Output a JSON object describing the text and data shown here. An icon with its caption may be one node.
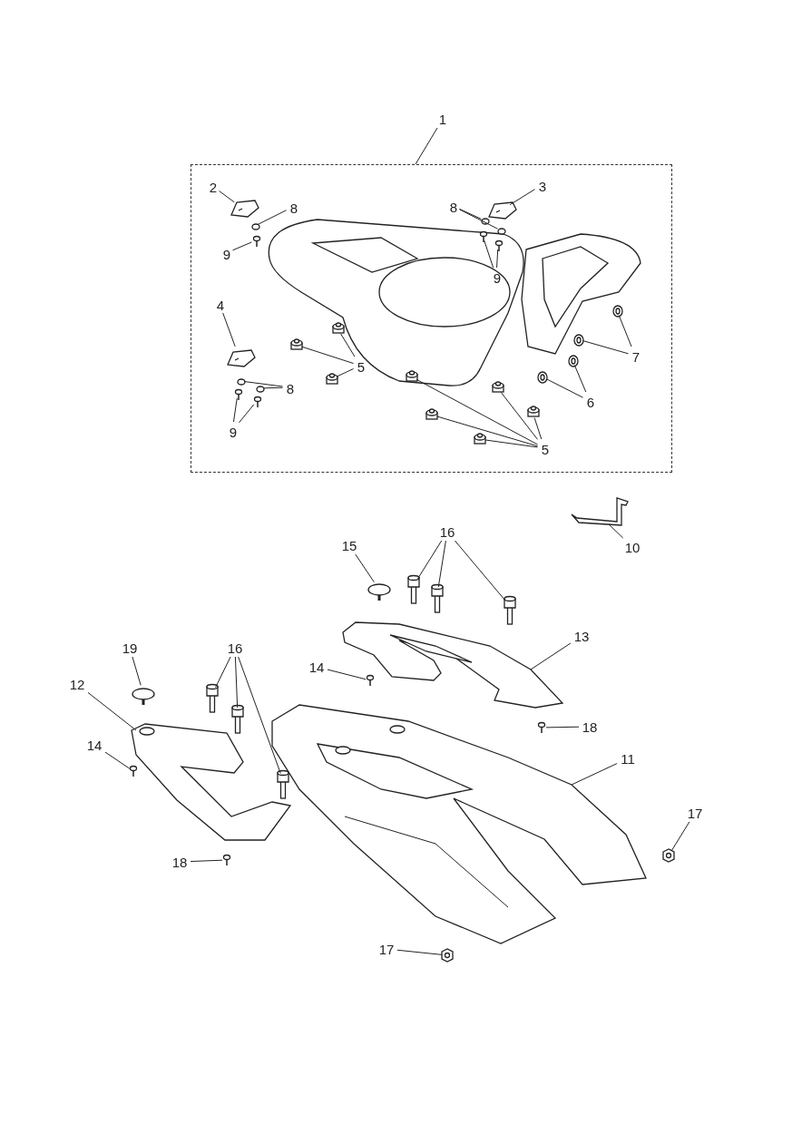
{
  "diagram": {
    "nodes": [
      {
        "text": [],
        "shape": "box"
      },
      {
        "text": [
          "1"
        ]
      },
      {
        "text": [
          "2"
        ],
        "in": 0
      },
      {
        "text": [],
        "shape": "picture",
        "in": 0
      },
      {
        "text": [
          "8"
        ],
        "in": 0
      },
      {
        "text": [],
        "shape": "circle",
        "in": 0
      },
      {
        "text": [
          "9"
        ],
        "in": 0
      },
      {
        "text": [],
        "shape": "picture",
        "in": 0
      },
      {
        "text": [
          "3"
        ],
        "in": 0
      },
      {
        "text": [],
        "shape": "picture",
        "in": 0
      },
      {
        "text": [
          "8"
        ],
        "in": 0
      },
      {
        "text": [],
        "shape": "circle",
        "in": 0
      },
      {
        "text": [],
        "shape": "circle",
        "in": 0
      },
      {
        "text": [
          "9"
        ],
        "in": 0
      },
      {
        "text": [],
        "shape": "picture",
        "in": 0
      },
      {
        "text": [],
        "shape": "picture",
        "in": 0
      },
      {
        "text": [
          "4"
        ],
        "in": 0
      },
      {
        "text": [],
        "shape": "picture",
        "in": 0
      },
      {
        "text": [
          "8"
        ],
        "in": 0
      },
      {
        "text": [],
        "shape": "circle",
        "in": 0
      },
      {
        "text": [],
        "shape": "circle",
        "in": 0
      },
      {
        "text": [
          "9"
        ],
        "in": 0
      },
      {
        "text": [],
        "shape": "picture",
        "in": 0
      },
      {
        "text": [],
        "shape": "picture",
        "in": 0
      },
      {
        "text": [
          "5"
        ],
        "in": 0
      },
      {
        "text": [],
        "shape": "cylinder",
        "in": 0
      },
      {
        "text": [],
        "shape": "cylinder",
        "in": 0
      },
      {
        "text": [],
        "shape": "cylinder",
        "in": 0
      },
      {
        "text": [
          "5"
        ],
        "in": 0
      },
      {
        "text": [],
        "shape": "cylinder",
        "in": 0
      },
      {
        "text": [],
        "shape": "cylinder",
        "in": 0
      },
      {
        "text": [],
        "shape": "cylinder",
        "in": 0
      },
      {
        "text": [],
        "shape": "cylinder",
        "in": 0
      },
      {
        "text": [],
        "shape": "cylinder",
        "in": 0
      },
      {
        "text": [
          "6"
        ],
        "in": 0
      },
      {
        "text": [],
        "shape": "picture",
        "in": 0
      },
      {
        "text": [],
        "shape": "picture",
        "in": 0
      },
      {
        "text": [
          "7"
        ],
        "in": 0
      },
      {
        "text": [],
        "shape": "picture",
        "in": 0
      },
      {
        "text": [],
        "shape": "picture",
        "in": 0
      },
      {
        "text": [
          "10"
        ]
      },
      {
        "text": [],
        "shape": "picture"
      },
      {
        "text": [
          "15"
        ]
      },
      {
        "text": [],
        "shape": "picture"
      },
      {
        "text": [
          "16"
        ]
      },
      {
        "text": [],
        "shape": "picture"
      },
      {
        "text": [],
        "shape": "picture"
      },
      {
        "text": [],
        "shape": "picture"
      },
      {
        "text": [
          "13"
        ]
      },
      {
        "text": [],
        "shape": "picture"
      },
      {
        "text": [
          "14"
        ]
      },
      {
        "text": [],
        "shape": "picture"
      },
      {
        "text": [
          "18"
        ]
      },
      {
        "text": [],
        "shape": "picture"
      },
      {
        "text": [
          "11"
        ]
      },
      {
        "text": [],
        "shape": "picture"
      },
      {
        "text": [
          "19"
        ]
      },
      {
        "text": [],
        "shape": "picture"
      },
      {
        "text": [
          "12"
        ]
      },
      {
        "text": [],
        "shape": "picture"
      },
      {
        "text": [
          "16"
        ]
      },
      {
        "text": [],
        "shape": "picture"
      },
      {
        "text": [],
        "shape": "picture"
      },
      {
        "text": [],
        "shape": "picture"
      },
      {
        "text": [
          "14"
        ]
      },
      {
        "text": [],
        "shape": "picture"
      },
      {
        "text": [
          "18"
        ]
      },
      {
        "text": [],
        "shape": "picture"
      },
      {
        "text": [
          "17"
        ]
      },
      {
        "text": [],
        "shape": "picture"
      },
      {
        "text": [
          "17"
        ]
      },
      {
        "text": [],
        "shape": "picture"
      }
    ],
    "edges": [
      {
        "from": 1,
        "to": 0,
        "arrow": "none"
      },
      {
        "from": 2,
        "to": 3,
        "arrow": "none"
      },
      {
        "from": 4,
        "to": 5,
        "arrow": "none"
      },
      {
        "from": 6,
        "to": 7,
        "arrow": "none"
      },
      {
        "from": 8,
        "to": 9,
        "arrow": "none"
      },
      {
        "from": 10,
        "to": 11,
        "arrow": "none"
      },
      {
        "from": 10,
        "to": 12,
        "arrow": "none"
      },
      {
        "from": 13,
        "to": 14,
        "arrow": "none"
      },
      {
        "from": 13,
        "to": 15,
        "arrow": "none"
      },
      {
        "from": 16,
        "to": 17,
        "arrow": "none"
      },
      {
        "from": 18,
        "to": 19,
        "arrow": "none"
      },
      {
        "from": 18,
        "to": 20,
        "arrow": "none"
      },
      {
        "from": 21,
        "to": 22,
        "arrow": "none"
      },
      {
        "from": 21,
        "to": 23,
        "arrow": "none"
      },
      {
        "from": 24,
        "to": 25,
        "arrow": "none"
      },
      {
        "from": 24,
        "to": 26,
        "arrow": "none"
      },
      {
        "from": 24,
        "to": 27,
        "arrow": "none"
      },
      {
        "from": 28,
        "to": 29,
        "arrow": "none"
      },
      {
        "from": 28,
        "to": 30,
        "arrow": "none"
      },
      {
        "from": 28,
        "to": 31,
        "arrow": "none"
      },
      {
        "from": 28,
        "to": 32,
        "arrow": "none"
      },
      {
        "from": 28,
        "to": 33,
        "arrow": "none"
      },
      {
        "from": 34,
        "to": 35,
        "arrow": "none"
      },
      {
        "from": 34,
        "to": 36,
        "arrow": "none"
      },
      {
        "from": 37,
        "to": 38,
        "arrow": "none"
      },
      {
        "from": 37,
        "to": 39,
        "arrow": "none"
      },
      {
        "from": 40,
        "to": 41,
        "arrow": "none"
      },
      {
        "from": 42,
        "to": 43,
        "arrow": "none"
      },
      {
        "from": 44,
        "to": 45,
        "arrow": "none"
      },
      {
        "from": 44,
        "to": 46,
        "arrow": "none"
      },
      {
        "from": 44,
        "to": 47,
        "arrow": "none"
      },
      {
        "from": 48,
        "to": 49,
        "arrow": "none"
      },
      {
        "from": 50,
        "to": 51,
        "arrow": "none"
      },
      {
        "from": 52,
        "to": 53,
        "arrow": "none"
      },
      {
        "from": 54,
        "to": 55,
        "arrow": "none"
      },
      {
        "from": 56,
        "to": 57,
        "arrow": "none"
      },
      {
        "from": 58,
        "to": 59,
        "arrow": "none"
      },
      {
        "from": 60,
        "to": 61,
        "arrow": "none"
      },
      {
        "from": 60,
        "to": 62,
        "arrow": "none"
      },
      {
        "from": 60,
        "to": 63,
        "arrow": "none"
      },
      {
        "from": 64,
        "to": 65,
        "arrow": "none"
      },
      {
        "from": 66,
        "to": 67,
        "arrow": "none"
      },
      {
        "from": 68,
        "to": 69,
        "arrow": "none"
      },
      {
        "from": 70,
        "to": 71,
        "arrow": "none"
      }
    ]
  }
}
